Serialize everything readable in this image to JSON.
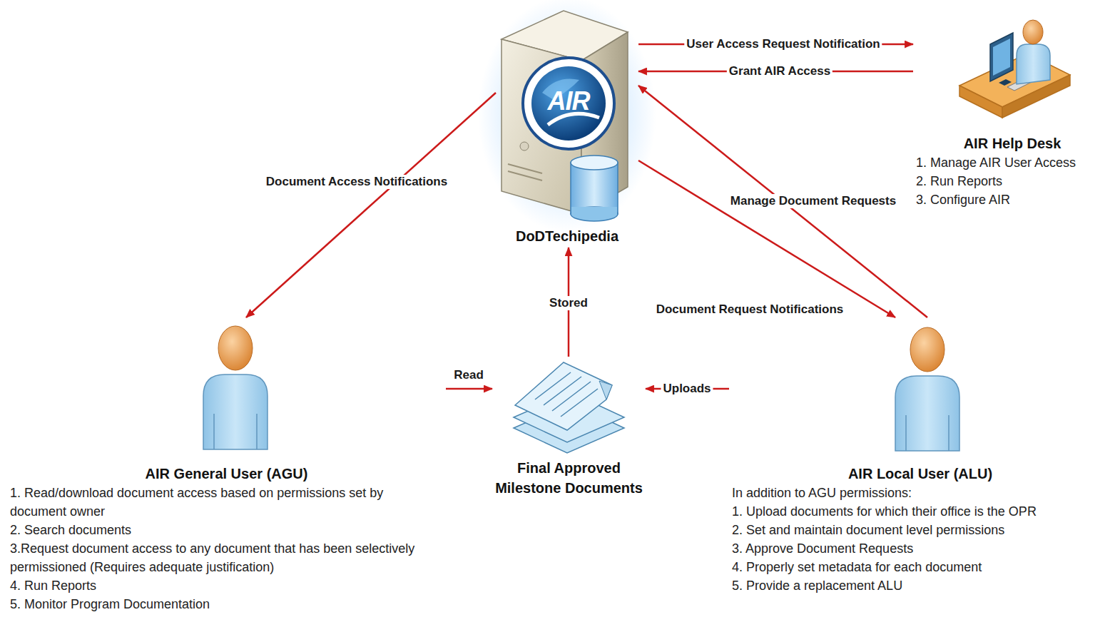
{
  "diagram": {
    "nodes": [
      {
        "text": [
          "DoDTechipedia"
        ]
      },
      {
        "text": [
          "AIR Help Desk",
          "1. Manage AIR User Access",
          "2. Run Reports",
          "3. Configure AIR"
        ]
      },
      {
        "text": [
          "AIR General User (AGU)",
          "1. Read/download document access based on permissions set by document owner",
          "2. Search documents",
          "3.Request document access to any document that has been selectively permissioned (Requires adequate justification)",
          "4. Run Reports",
          "5. Monitor Program Documentation"
        ]
      },
      {
        "text": [
          "Final Approved Milestone Documents"
        ]
      },
      {
        "text": [
          "AIR Local User (ALU)",
          "In addition to AGU permissions:",
          "1. Upload documents for which their office is the OPR",
          "2. Set and maintain document level permissions",
          "3. Approve Document Requests",
          "4. Properly set metadata for each document",
          "5. Provide a replacement ALU"
        ]
      }
    ],
    "edges": [
      {
        "from": 0,
        "to": 1,
        "label": "User Access Request Notification",
        "arrow": "to"
      },
      {
        "from": 1,
        "to": 0,
        "label": "Grant AIR Access",
        "arrow": "to"
      },
      {
        "from": 0,
        "to": 2,
        "label": "Document Access Notifications",
        "arrow": "to"
      },
      {
        "from": 2,
        "to": 3,
        "label": "Read",
        "arrow": "to"
      },
      {
        "from": 3,
        "to": 0,
        "label": "Stored",
        "arrow": "to"
      },
      {
        "from": 4,
        "to": 3,
        "label": "Uploads",
        "arrow": "to"
      },
      {
        "from": 4,
        "to": 0,
        "label": "Manage Document Requests",
        "arrow": "to"
      },
      {
        "from": 0,
        "to": 4,
        "label": "Document Request Notifications",
        "arrow": "to"
      }
    ],
    "labels": [
      "AIR"
    ]
  }
}
